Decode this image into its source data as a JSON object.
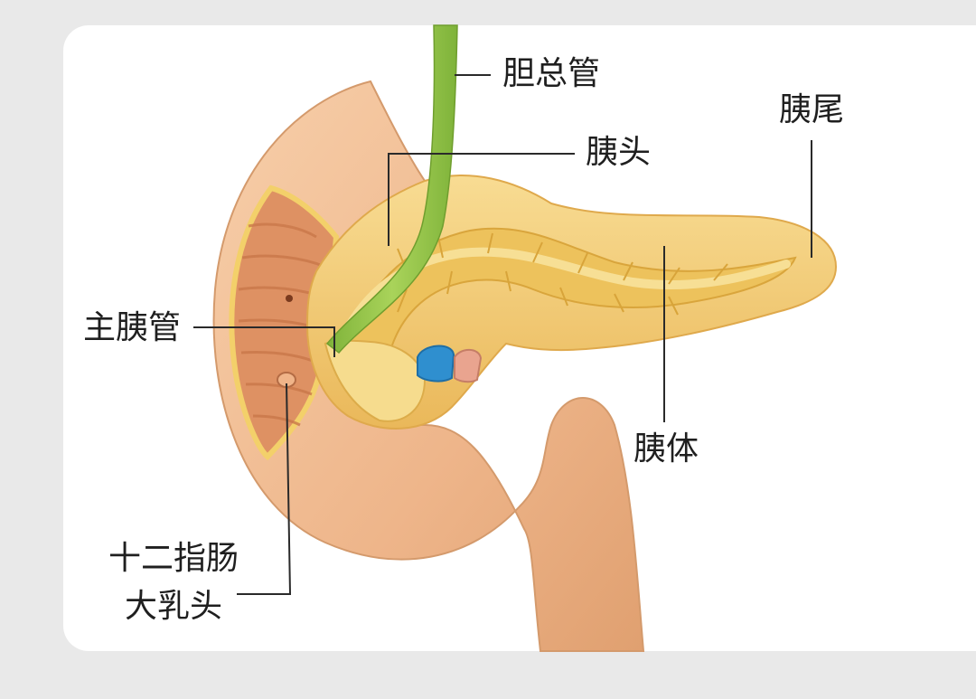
{
  "labels": {
    "bile_duct": "胆总管",
    "pancreas_head": "胰头",
    "pancreas_tail": "胰尾",
    "main_pancreatic_duct": "主胰管",
    "pancreas_body": "胰体",
    "papilla_line1": "十二指肠",
    "papilla_line2": "大乳头"
  },
  "colors": {
    "background": "#e9e9e9",
    "card": "#ffffff",
    "duodenum": "#efb98e",
    "duodenum_inner": "#dd8f5f",
    "pancreas": "#f2cc6e",
    "pancreas_duct": "#e9b646",
    "bile_duct": "#8ebd3c",
    "vein": "#2f8fcf",
    "artery": "#e9a48f",
    "leader_line": "#2a2a2a"
  }
}
